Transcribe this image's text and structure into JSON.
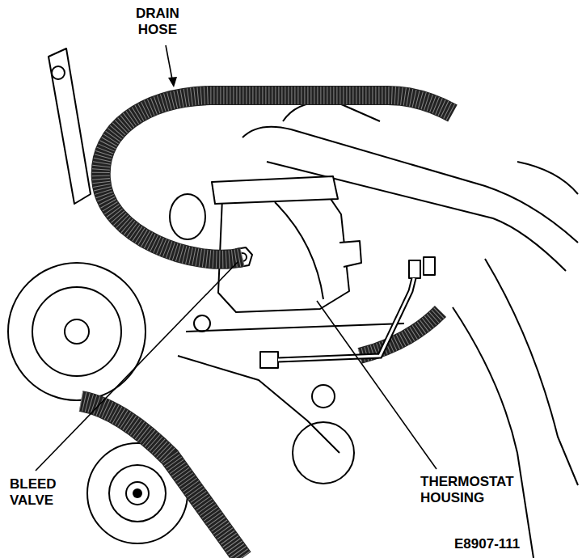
{
  "diagram": {
    "labels": [
      "DRAIN HOSE",
      "BLEED VALVE",
      "THERMOSTAT HOUSING",
      "E8907-111"
    ]
  }
}
